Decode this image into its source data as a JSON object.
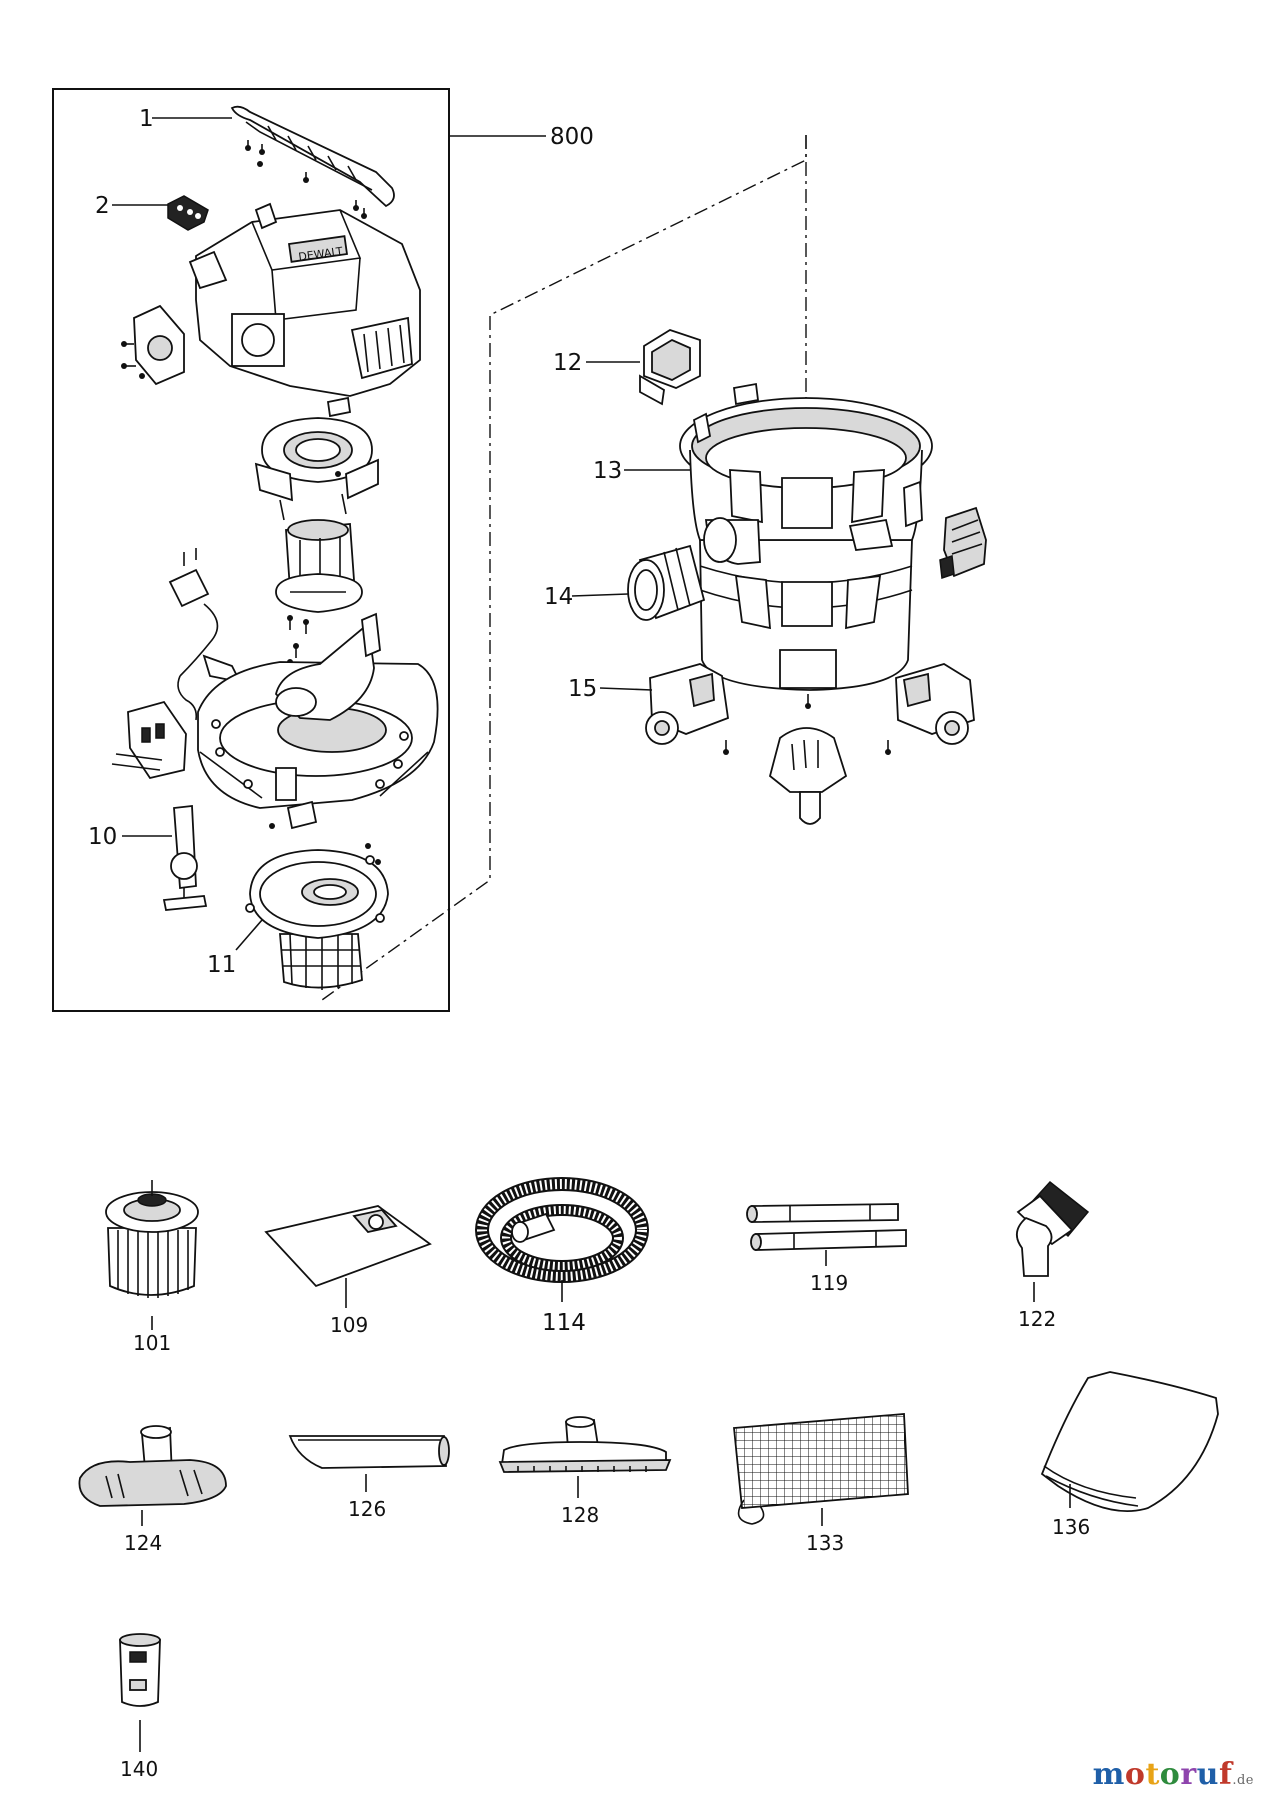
{
  "diagram": {
    "assembly_label": "800",
    "brand_marking": "DEWALT",
    "callouts": [
      {
        "label": "1",
        "part": "handle"
      },
      {
        "label": "2",
        "part": "switch"
      },
      {
        "label": "10",
        "part": "latch"
      },
      {
        "label": "11",
        "part": "filter cage"
      },
      {
        "label": "12",
        "part": "clip"
      },
      {
        "label": "13",
        "part": "drum"
      },
      {
        "label": "14",
        "part": "inlet port"
      },
      {
        "label": "15",
        "part": "caster"
      }
    ],
    "accessories": [
      {
        "label": "101",
        "part": "cartridge filter"
      },
      {
        "label": "109",
        "part": "dust bag"
      },
      {
        "label": "114",
        "part": "hose"
      },
      {
        "label": "119",
        "part": "extension wands"
      },
      {
        "label": "122",
        "part": "brush tool"
      },
      {
        "label": "124",
        "part": "floor nozzle"
      },
      {
        "label": "126",
        "part": "crevice tool"
      },
      {
        "label": "128",
        "part": "squeegee nozzle"
      },
      {
        "label": "133",
        "part": "mesh filter"
      },
      {
        "label": "136",
        "part": "foam sleeve"
      },
      {
        "label": "140",
        "part": "container"
      }
    ]
  },
  "watermark": {
    "text": "motoruf",
    "suffix": ".de",
    "colors": [
      "#1f5fa8",
      "#c0392b",
      "#e8a317",
      "#2e8b3d",
      "#8e44ad",
      "#1f5fa8",
      "#c0392b"
    ]
  }
}
